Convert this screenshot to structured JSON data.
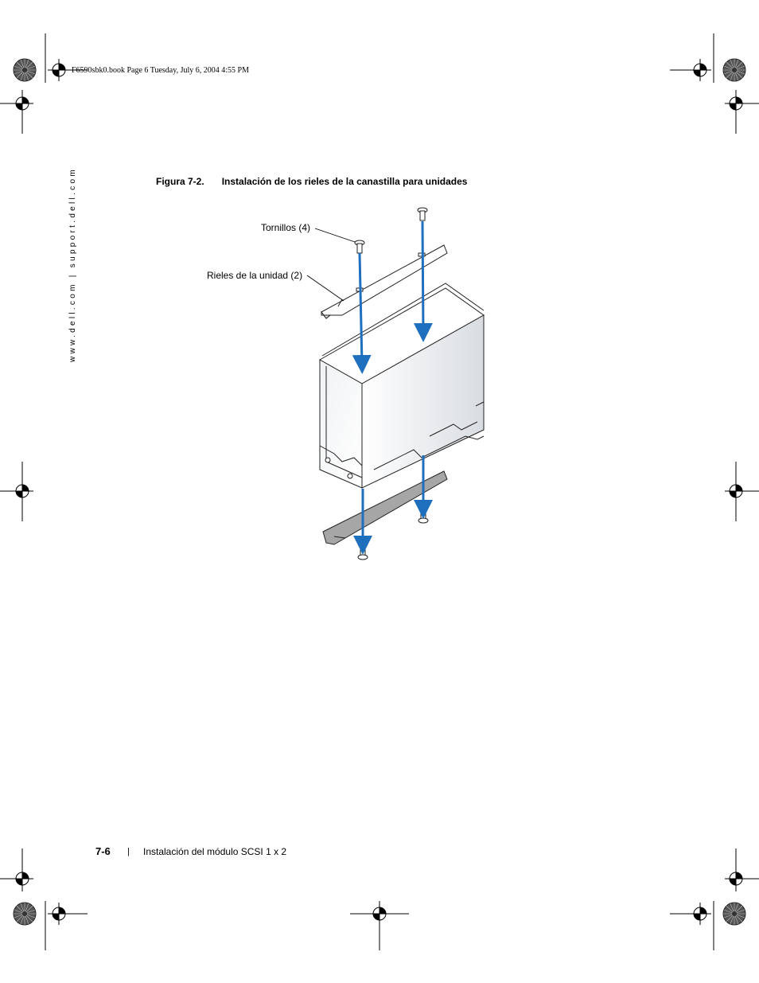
{
  "print_header": "F6590sbk0.book  Page 6  Tuesday, July 6, 2004  4:55 PM",
  "side_url": "www.dell.com | support.dell.com",
  "figure": {
    "number": "Figura 7-2.",
    "title": "Instalación de los rieles de la canastilla para unidades",
    "callouts": {
      "screws": "Tornillos (4)",
      "rails": "Rieles de la unidad (2)"
    }
  },
  "footer": {
    "page_number": "7-6",
    "separator": "|",
    "chapter_title": "Instalación del módulo SCSI 1 x 2"
  },
  "colors": {
    "arrow": "#1f6fbf",
    "rail_bottom": "#a6a6a6"
  }
}
